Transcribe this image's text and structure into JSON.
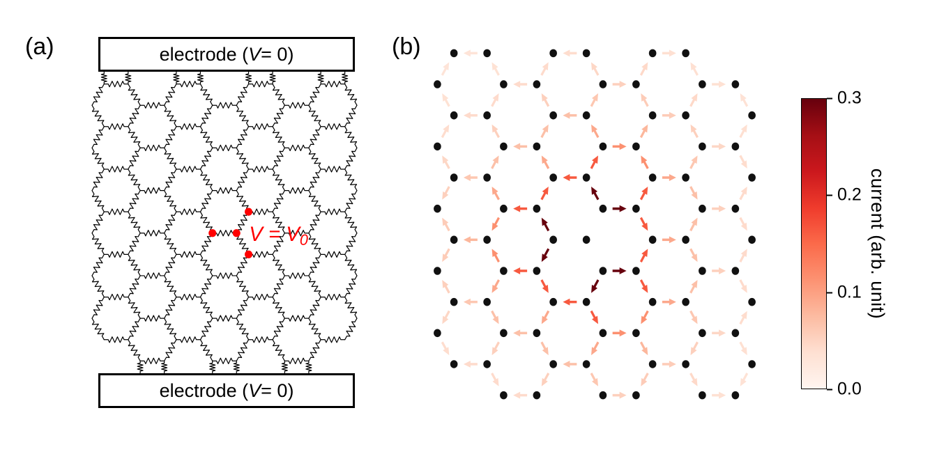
{
  "figure": {
    "background_color": "#ffffff",
    "panels": {
      "a": {
        "label": "(a)",
        "electrode_top": {
          "prefix": "electrode (",
          "var": "V",
          "suffix": " = 0)"
        },
        "electrode_bottom": {
          "prefix": "electrode (",
          "var": "V",
          "suffix": " = 0)"
        },
        "source_annotation": {
          "text": "V = V",
          "sub": "0",
          "color": "#ff0000"
        }
      },
      "b": {
        "label": "(b)"
      }
    },
    "colorbar": {
      "label": "current  (arb. unit)",
      "tick_labels": [
        "0.3",
        "0.2",
        "0.1",
        "0.0"
      ],
      "range_min": 0.0,
      "range_max": 0.3,
      "colormap": "Reds",
      "stops": [
        "#fff5f0",
        "#fee0d2",
        "#fcbba1",
        "#fc9272",
        "#fb6a4a",
        "#ef3b2c",
        "#cb181d",
        "#a50f15",
        "#67000d"
      ]
    }
  },
  "chart_data": {
    "type": "quiver",
    "description": "Bond currents in a honeycomb resistor network. A voltage V0 is applied to a central site and its three nearest neighbors (red dots in panel a); current flows outward through the network to grounded electrodes at top and bottom. Arrow color encodes current magnitude on each bond.",
    "panel_a_network": {
      "lattice": "honeycomb",
      "cols": 7,
      "rows": 6,
      "element": "resistor",
      "edge_unit": 40,
      "source_sites": 4
    },
    "panel_b_field": {
      "lattice": "honeycomb",
      "cols": 6,
      "rows": 5,
      "edge_unit": 50,
      "arrow_direction": "away from injection sites",
      "magnitude_max": 0.3,
      "magnitude_min": 0.0,
      "decay_scale": 0.78,
      "decay_exponent": 1.15,
      "zero_current_on_equipotential_bonds": true,
      "node_color": "#111111"
    },
    "colorbar": {
      "label": "current  (arb. unit)",
      "ticks": [
        0.0,
        0.1,
        0.2,
        0.3
      ],
      "colormap": "Reds",
      "orientation": "vertical",
      "position": "right"
    }
  }
}
